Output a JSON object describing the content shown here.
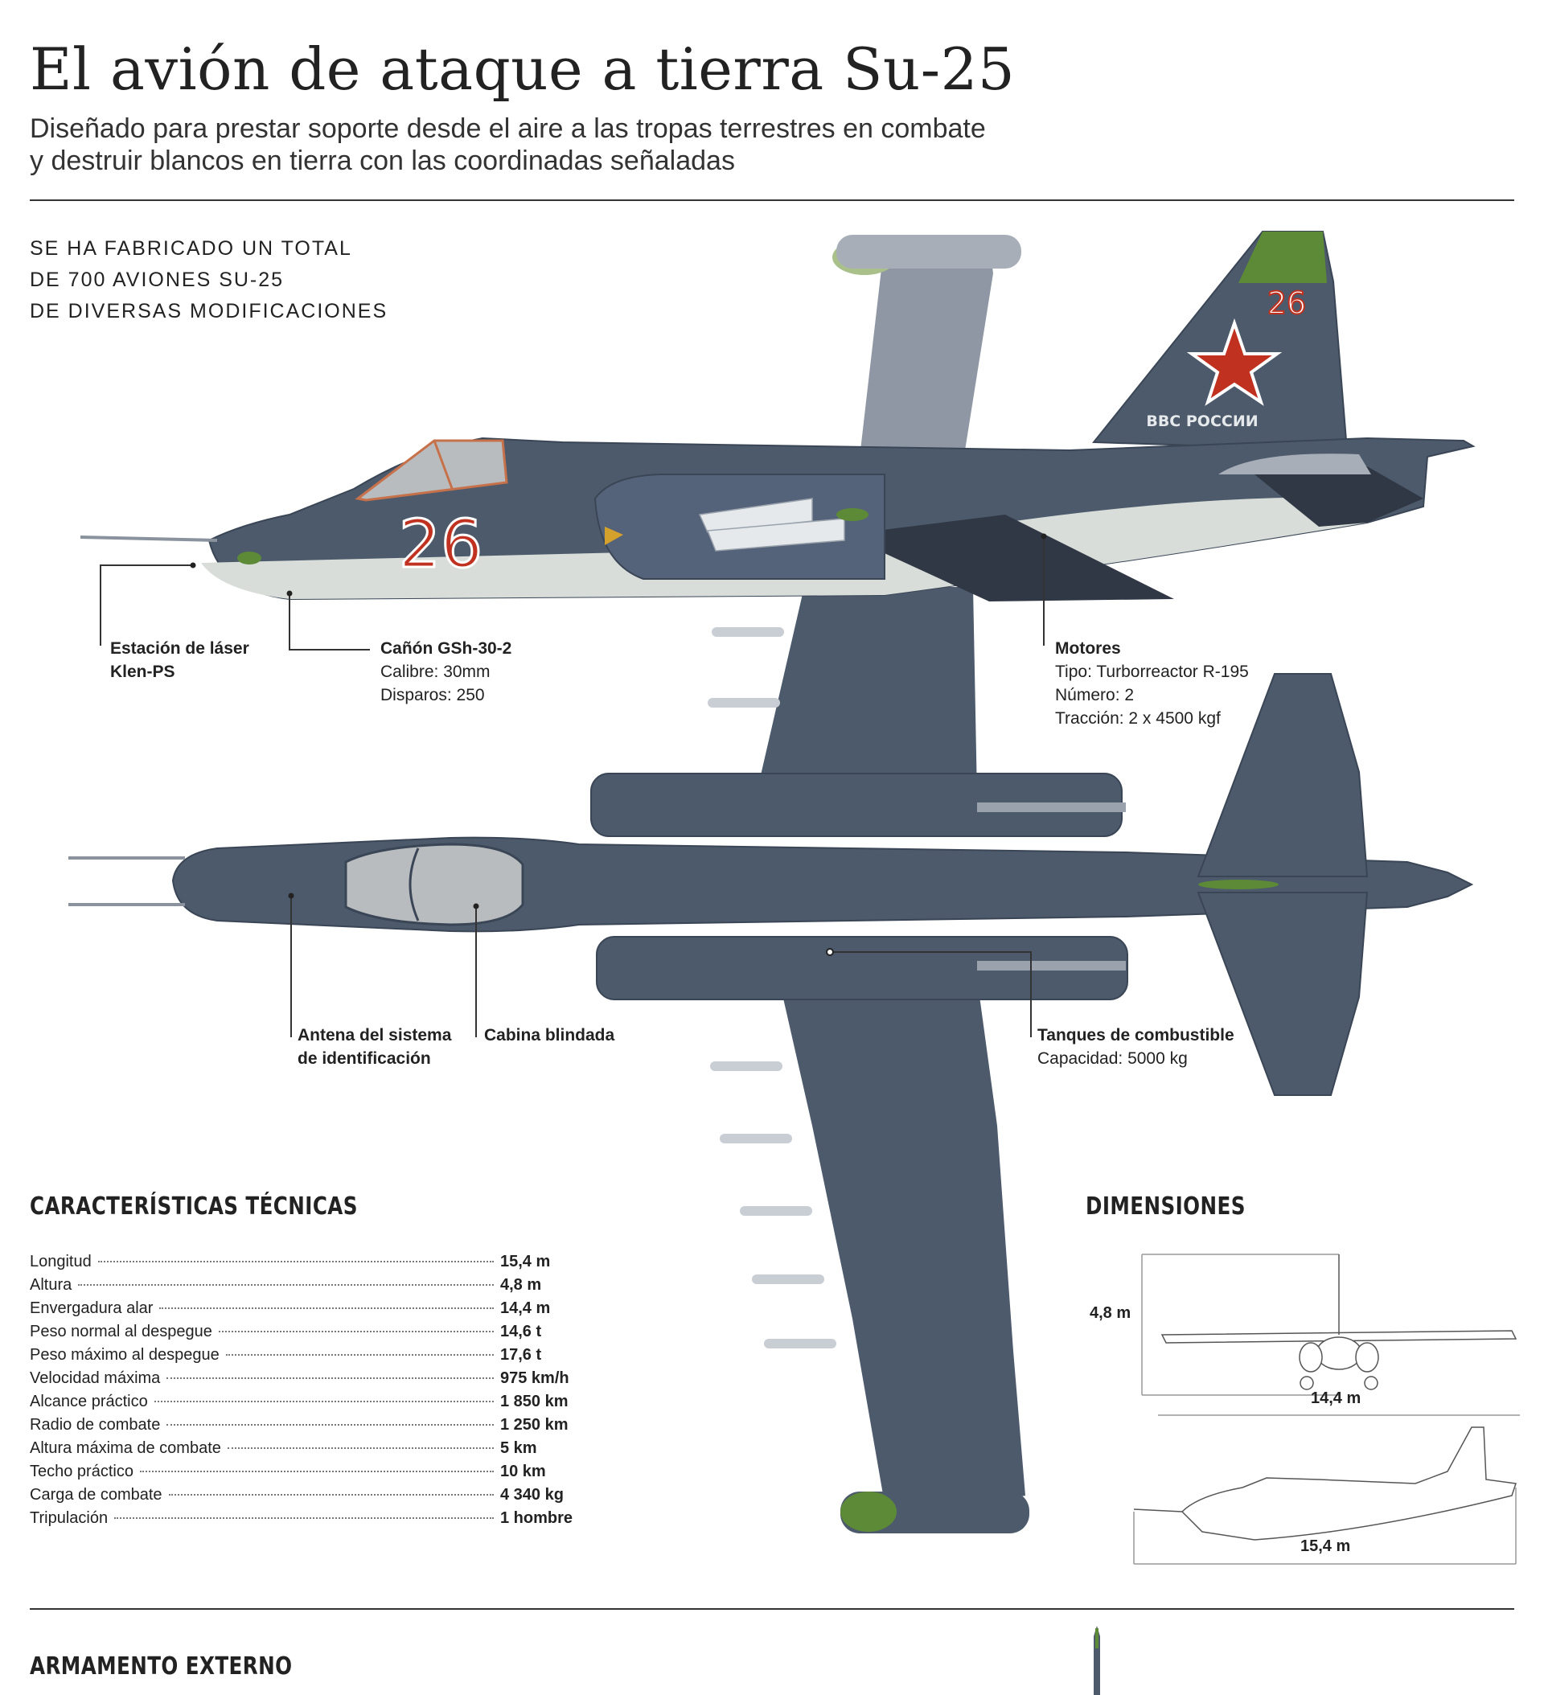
{
  "header": {
    "title": "El avión de ataque a tierra Su-25",
    "subtitle_line1": "Diseñado para prestar soporte desde el aire a las tropas terrestres en combate",
    "subtitle_line2": "y destruir blancos en tierra con las coordinadas señaladas"
  },
  "production": {
    "line1": "SE HA FABRICADO UN TOTAL",
    "line2": "DE 700 AVIONES SU-25",
    "line3": "DE DIVERSAS MODIFICACIONES"
  },
  "aircraft_markings": {
    "tail_number": "26",
    "nose_number": "26",
    "tail_text": "ВВС РОССИИ"
  },
  "colors": {
    "fuselage": "#4c5a6b",
    "fuselage_dark": "#3a4656",
    "belly": "#d8ddd9",
    "canopy": "#b9bcbf",
    "green_tip": "#5d8a36",
    "red_mark": "#c0311f",
    "callout_line": "#333333"
  },
  "callouts": {
    "laser": {
      "title_line1": "Estación de láser",
      "title_line2": "Klen-PS"
    },
    "cannon": {
      "title": "Cañón GSh-30-2",
      "line1": "Calibre: 30mm",
      "line2": "Disparos: 250"
    },
    "engines": {
      "title": "Motores",
      "line1": "Tipo: Turborreactor R-195",
      "line2": "Número: 2",
      "line3": "Tracción: 2 x 4500 kgf"
    },
    "antenna": {
      "title_line1": "Antena del sistema",
      "title_line2": "de identificación"
    },
    "cabin": {
      "title": "Cabina blindada"
    },
    "fuel": {
      "title": "Tanques de combustible",
      "line1": "Capacidad: 5000 kg"
    }
  },
  "specs": {
    "heading": "CARACTERÍSTICAS TÉCNICAS",
    "rows": [
      {
        "label": "Longitud",
        "value": "15,4 m"
      },
      {
        "label": "Altura",
        "value": "4,8 m"
      },
      {
        "label": "Envergadura alar",
        "value": "14,4 m"
      },
      {
        "label": "Peso normal al despegue",
        "value": "14,6 t"
      },
      {
        "label": "Peso máximo al despegue",
        "value": "17,6 t"
      },
      {
        "label": "Velocidad máxima",
        "value": "975 km/h"
      },
      {
        "label": "Alcance práctico",
        "value": "1 850 km"
      },
      {
        "label": "Radio de combate",
        "value": "1 250 km"
      },
      {
        "label": "Altura máxima de combate",
        "value": "5 km"
      },
      {
        "label": "Techo práctico",
        "value": "10 km"
      },
      {
        "label": "Carga de combate",
        "value": "4 340 kg"
      },
      {
        "label": "Tripulación",
        "value": "1 hombre"
      }
    ]
  },
  "dimensions": {
    "heading": "DIMENSIONES",
    "height": "4,8 m",
    "span": "14,4 m",
    "length": "15,4 m"
  },
  "armament": {
    "heading": "ARMAMENTO EXTERNO"
  }
}
